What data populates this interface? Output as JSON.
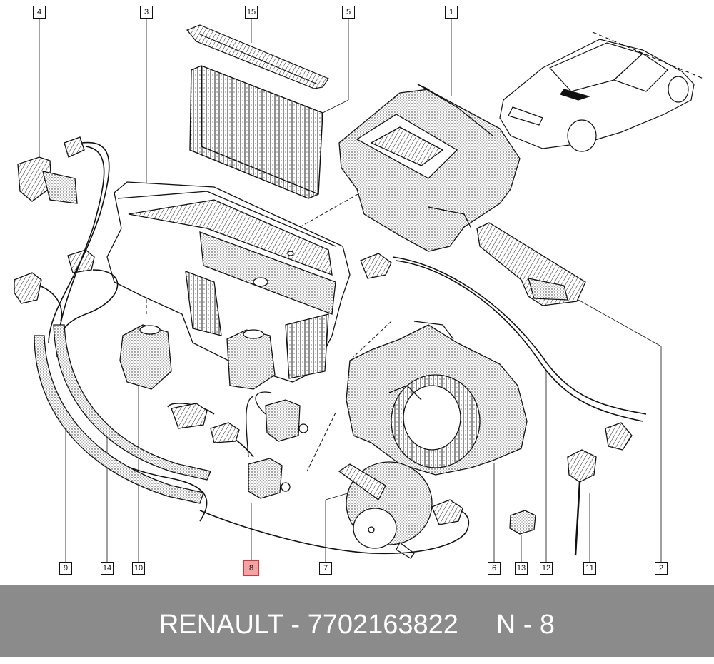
{
  "diagram": {
    "callouts": [
      "1",
      "2",
      "3",
      "4",
      "5",
      "6",
      "7",
      "8",
      "9",
      "10",
      "11",
      "12",
      "13",
      "14",
      "15"
    ],
    "highlighted_callout": "8"
  },
  "footer": {
    "brand": "RENAULT",
    "separator": " - ",
    "part_number": "7702163822",
    "position_label": "N - 8"
  },
  "colors": {
    "footer_background": "#8b8b8b",
    "footer_text": "#ffffff",
    "highlight": "#f3a3a3"
  }
}
